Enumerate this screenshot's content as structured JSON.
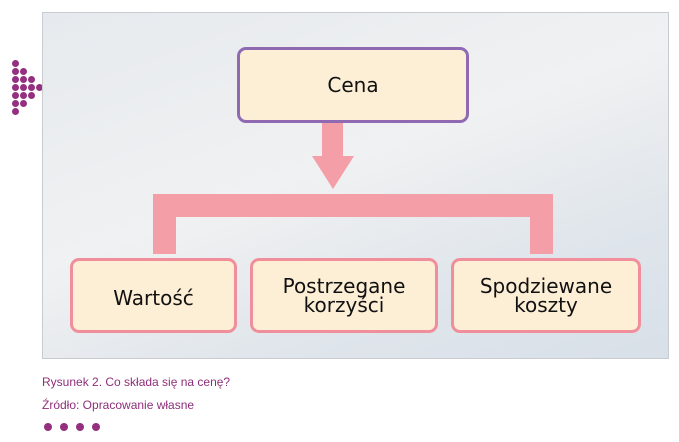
{
  "diagram": {
    "top_node": {
      "label": "Cena"
    },
    "child_nodes": [
      {
        "lines": [
          "Wartość"
        ]
      },
      {
        "lines": [
          "Postrzegane",
          "korzyści"
        ]
      },
      {
        "lines": [
          "Spodziewane",
          "koszty"
        ]
      }
    ]
  },
  "caption": {
    "figure": "Rysunek 2.  Co składa się na cenę?",
    "source": "Źródło: Opracowanie własne"
  },
  "colors": {
    "accent": "#94307f",
    "connector": "#f49ea8",
    "node_fill": "#fdeed6",
    "top_border": "#8f6ab3",
    "child_border": "#f08f9b"
  }
}
